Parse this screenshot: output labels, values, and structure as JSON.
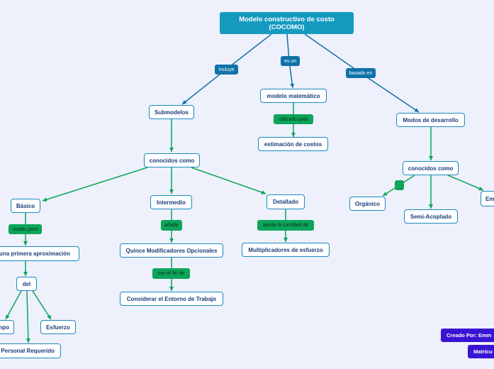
{
  "root": {
    "line1": "Modelo constructivo de costo",
    "line2": "(COCOMO)"
  },
  "links": {
    "incluye": "Incluye",
    "es_un": "es un",
    "basado_en": "basado en",
    "utilizado_para": "utilizado para",
    "usado_para": "usado para",
    "anade": "añade",
    "ajusta": "ajusta la cantidad de",
    "con_el_fin_de": "con el fin de",
    "empty": ""
  },
  "nodes": {
    "submodelos": "Submodelos",
    "conocidos_como_1": "conocidos como",
    "modelo_matematico": "modelo matemático",
    "estimacion_costos": "estimación de costos",
    "modos_desarrollo": "Modos de desarrollo",
    "conocidos_como_2": "conocidos como",
    "organico": "Orgánico",
    "semi_acoplado": "Semi-Acoplado",
    "empotrado_partial": "Em",
    "basico": "Básico",
    "primera_aproximacion": "una primera aproximación",
    "del": "del",
    "tiempo_partial": "mpo",
    "esfuerzo": "Esfuerzo",
    "personal_requerido": "Personal Requerido",
    "intermedio": "Intermedio",
    "quince_modificadores": "Quince Modificadores Opcionales",
    "considerar_entorno": "Considerar el Entorno de Trabajo",
    "detallado": "Detallado",
    "multiplicadores": "Multiplicadores de esfuerzo"
  },
  "credits": {
    "creado_por": "Creado Por: Emm",
    "matricula": "Matrícu"
  },
  "colors": {
    "background": "#eef0fb",
    "root_fill": "#159ac0",
    "node_border": "#1a8ac0",
    "node_text": "#1c3d7a",
    "blue_edge": "#0f72a8",
    "green_edge": "#0ca55a",
    "credit_fill": "#3a14d4"
  }
}
